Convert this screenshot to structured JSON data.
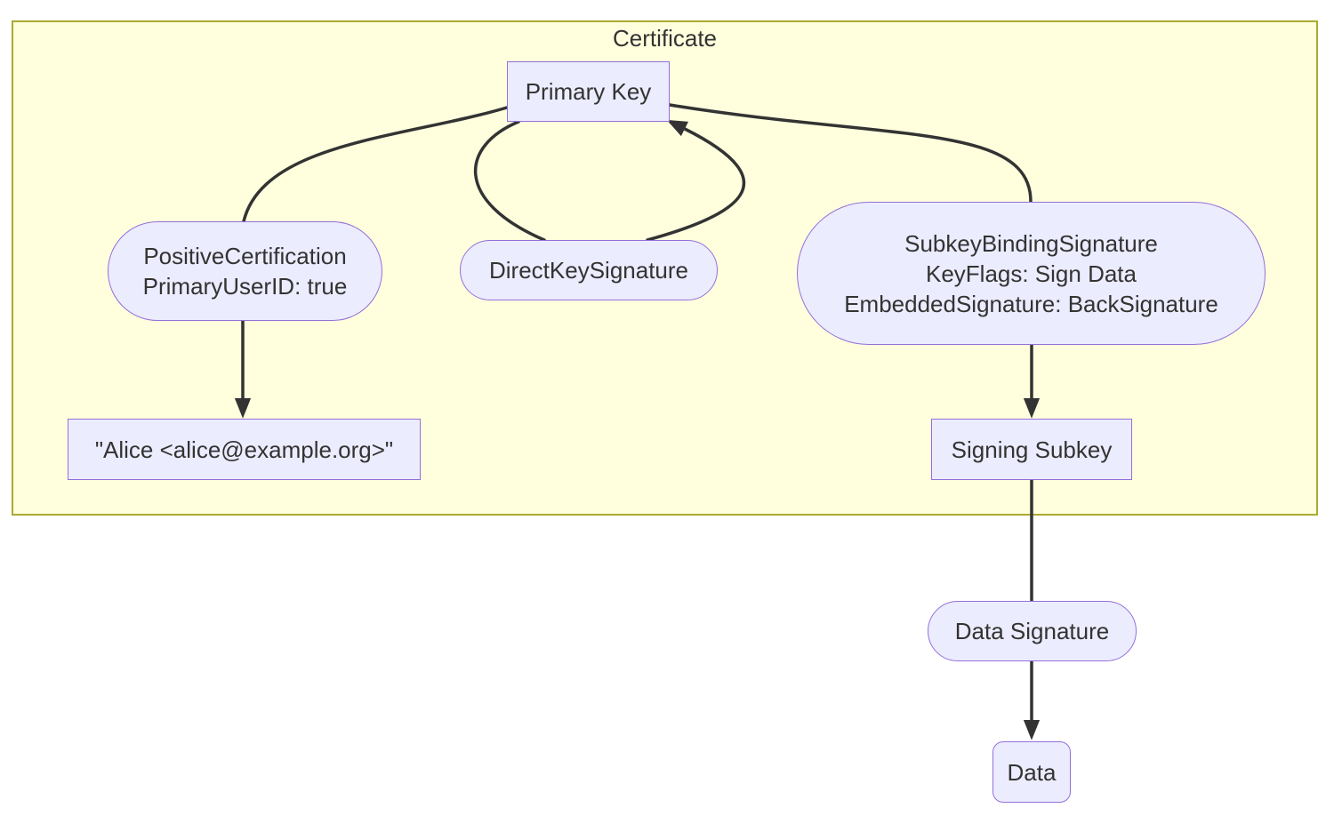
{
  "diagram": {
    "title": "Certificate",
    "cluster": {
      "label": "Certificate"
    },
    "nodes": {
      "primary_key": {
        "label": "Primary Key",
        "shape": "rectangle"
      },
      "positive_certification": {
        "lines": [
          "PositiveCertification",
          "PrimaryUserID: true"
        ],
        "shape": "stadium"
      },
      "direct_key_signature": {
        "label": "DirectKeySignature",
        "shape": "stadium"
      },
      "subkey_binding_signature": {
        "lines": [
          "SubkeyBindingSignature",
          "KeyFlags: Sign Data",
          "EmbeddedSignature: BackSignature"
        ],
        "shape": "stadium"
      },
      "alice_user_id": {
        "label": "\"Alice <alice@example.org>\"",
        "shape": "rectangle"
      },
      "signing_subkey": {
        "label": "Signing Subkey",
        "shape": "rectangle"
      },
      "data_signature": {
        "label": "Data Signature",
        "shape": "stadium"
      },
      "data": {
        "label": "Data",
        "shape": "rounded-rectangle"
      }
    },
    "edges": [
      {
        "from": "primary_key",
        "to": "positive_certification",
        "arrowhead": false
      },
      {
        "from": "positive_certification",
        "to": "alice_user_id",
        "arrowhead": true
      },
      {
        "from": "primary_key",
        "to": "direct_key_signature",
        "arrowhead": false
      },
      {
        "from": "direct_key_signature",
        "to": "primary_key",
        "arrowhead": true
      },
      {
        "from": "primary_key",
        "to": "subkey_binding_signature",
        "arrowhead": false
      },
      {
        "from": "subkey_binding_signature",
        "to": "signing_subkey",
        "arrowhead": true
      },
      {
        "from": "signing_subkey",
        "to": "data_signature",
        "arrowhead": false
      },
      {
        "from": "data_signature",
        "to": "data",
        "arrowhead": true
      }
    ],
    "colors": {
      "node_fill": "#ECECFF",
      "node_border": "#9370DB",
      "cluster_fill": "#FFFFDE",
      "cluster_border": "#AAAA33",
      "edge": "#333333",
      "text": "#333333",
      "background": "#FFFFFF"
    }
  }
}
